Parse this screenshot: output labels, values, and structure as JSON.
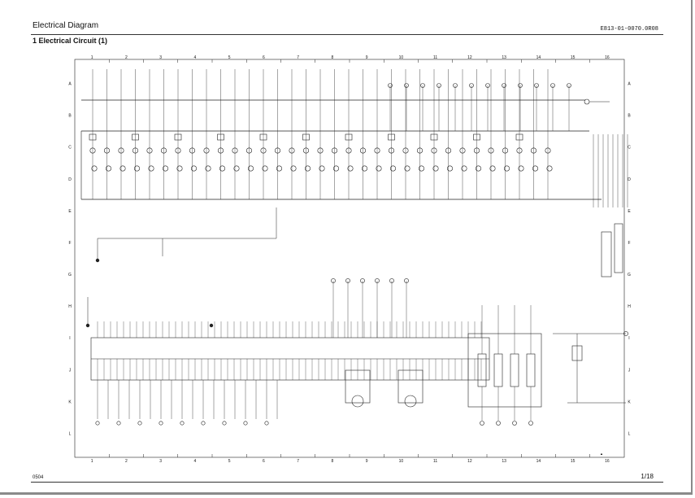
{
  "header": {
    "title": "Electrical Diagram",
    "doc_code": "E813-01-0070.0R08"
  },
  "section": {
    "title": "1  Electrical Circuit (1)"
  },
  "grid": {
    "columns": [
      "1",
      "2",
      "3",
      "4",
      "5",
      "6",
      "7",
      "8",
      "9",
      "10",
      "11",
      "12",
      "13",
      "14",
      "15",
      "16"
    ],
    "rows": [
      "A",
      "B",
      "C",
      "D",
      "E",
      "F",
      "G",
      "H",
      "I",
      "J",
      "K",
      "L"
    ]
  },
  "footer": {
    "left_code": "0504",
    "page": "1/18"
  }
}
